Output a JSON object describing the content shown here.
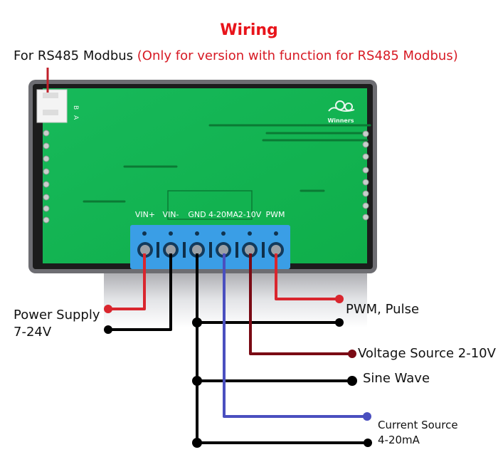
{
  "title": "Wiring",
  "rs485": {
    "label": "For RS485 Modbus",
    "note": "(Only for version with function for RS485 Modbus)"
  },
  "board": {
    "logo_text": "Winners",
    "connector_pins": [
      "B",
      "A"
    ],
    "terminals": [
      "VIN+",
      "VIN-",
      "GND",
      "4-20MA",
      "2-10V",
      "PWM"
    ]
  },
  "connections": [
    {
      "label": "Power Supply",
      "sublabel": "7-24V",
      "wires": [
        "VIN+",
        "VIN-"
      ]
    },
    {
      "label": "PWM, Pulse",
      "wires": [
        "PWM",
        "GND"
      ]
    },
    {
      "label": "Voltage Source 2-10V",
      "wires": [
        "2-10V"
      ]
    },
    {
      "label": "Sine Wave",
      "wires": [
        "GND"
      ]
    },
    {
      "label": "Current Source",
      "sublabel": "4-20mA",
      "wires": [
        "4-20MA",
        "GND"
      ]
    }
  ],
  "colors": {
    "title": "#e8141b",
    "note": "#d71a24",
    "wire_red": "#d9262e",
    "wire_black": "#000000",
    "wire_dark_red": "#7a0a14",
    "wire_blue": "#4a4fbf",
    "pcb_green": "#13b552",
    "terminal_blue": "#3a9ee6"
  }
}
